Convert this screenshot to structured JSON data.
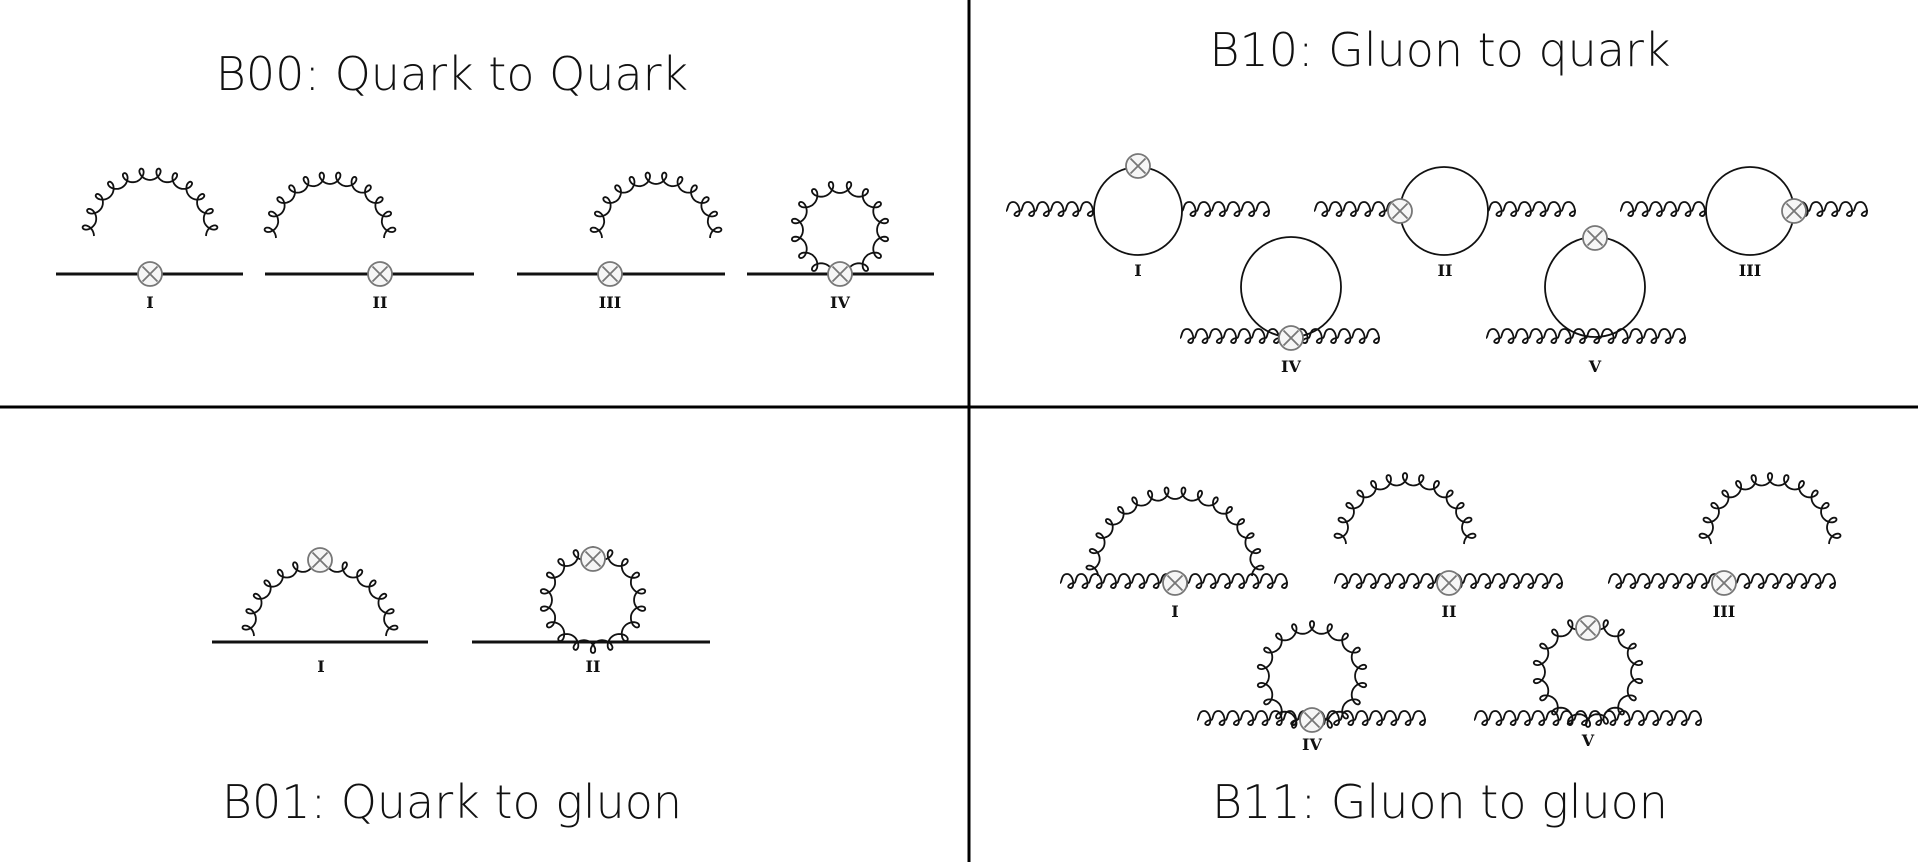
{
  "panels": {
    "b00": {
      "title": "B00: Quark to Quark",
      "labels": [
        "I",
        "II",
        "III",
        "IV"
      ]
    },
    "b10": {
      "title": "B10: Gluon to quark",
      "labels": [
        "I",
        "II",
        "III",
        "IV",
        "V"
      ]
    },
    "b01": {
      "title": "B01: Quark to gluon",
      "labels": [
        "I",
        "II"
      ]
    },
    "b11": {
      "title": "B11: Gluon to gluon",
      "labels": [
        "I",
        "II",
        "III",
        "IV",
        "V"
      ]
    }
  }
}
